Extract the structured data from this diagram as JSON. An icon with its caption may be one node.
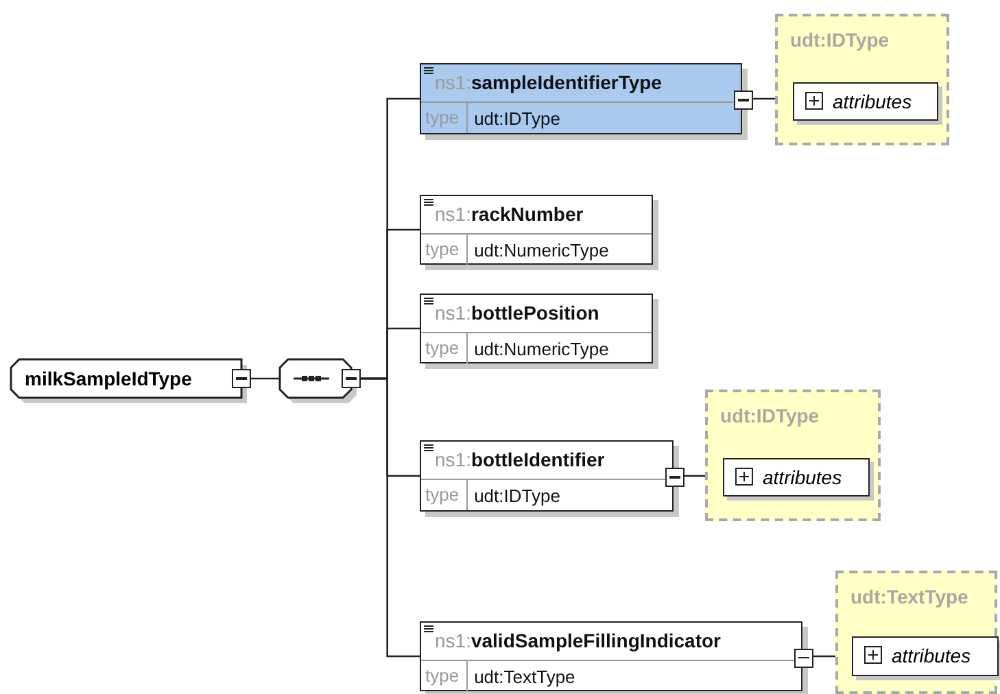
{
  "diagram": {
    "nodes": [
      {
        "text": [
          "milkSampleIdType"
        ]
      },
      {
        "text": [],
        "shape": "octagon"
      },
      {
        "text": [
          "ns1:**sampleIdentifierType**",
          "type",
          "udt:IDType"
        ]
      },
      {
        "text": [
          "udt:IDType"
        ]
      },
      {
        "text": [
          "attributes"
        ],
        "in": 3
      },
      {
        "text": [
          "ns1:**rackNumber**",
          "type",
          "udt:NumericType"
        ]
      },
      {
        "text": [
          "ns1:**bottlePosition**",
          "type",
          "udt:NumericType"
        ]
      },
      {
        "text": [
          "ns1:**bottleIdentifier**",
          "type",
          "udt:IDType"
        ]
      },
      {
        "text": [
          "udt:IDType"
        ]
      },
      {
        "text": [
          "attributes"
        ],
        "in": 8
      },
      {
        "text": [
          "ns1:**validSampleFillingIndicator**",
          "type",
          "udt:TextType"
        ]
      },
      {
        "text": [
          "udt:TextType"
        ]
      },
      {
        "text": [
          "attributes"
        ],
        "in": 11
      }
    ],
    "edges": [
      {
        "from": 0,
        "to": 1,
        "arrow": "none"
      },
      {
        "from": 1,
        "to": 2,
        "arrow": "none"
      },
      {
        "from": 1,
        "to": 5,
        "arrow": "none"
      },
      {
        "from": 1,
        "to": 6,
        "arrow": "none"
      },
      {
        "from": 1,
        "to": 7,
        "arrow": "none"
      },
      {
        "from": 1,
        "to": 10,
        "arrow": "none"
      },
      {
        "from": 2,
        "to": 4,
        "arrow": "none"
      },
      {
        "from": 7,
        "to": 9,
        "arrow": "none"
      },
      {
        "from": 10,
        "to": 12,
        "arrow": "none"
      }
    ]
  }
}
